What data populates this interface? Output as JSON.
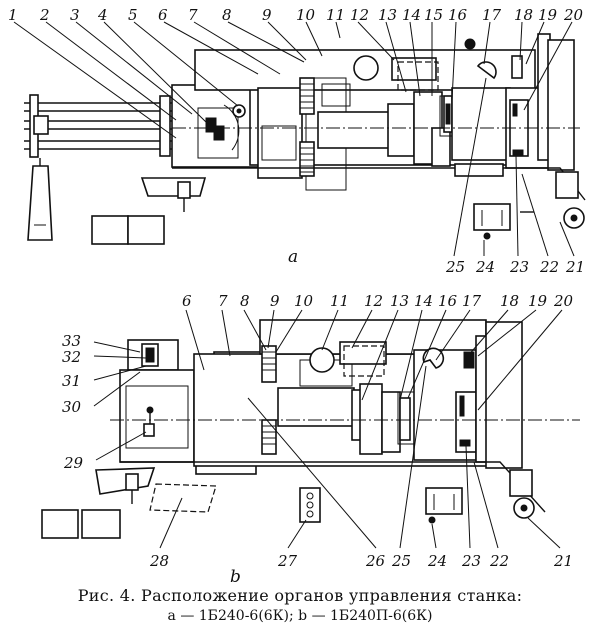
{
  "figure": {
    "caption_line1": "Рис. 4. Расположение органов управления станка:",
    "caption_line2": "а — 1Б240-6(6К); b — 1Б240П-6(6К)",
    "panel_a": {
      "label": "a",
      "top_callouts": [
        "1",
        "2",
        "3",
        "4",
        "5",
        "6",
        "7",
        "8",
        "9",
        "10",
        "11",
        "12",
        "13",
        "14",
        "15",
        "16",
        "17",
        "18",
        "19",
        "20"
      ],
      "bottom_callouts": [
        "25",
        "24",
        "23",
        "22",
        "21"
      ]
    },
    "panel_b": {
      "label": "b",
      "top_callouts": [
        "6",
        "7",
        "8",
        "9",
        "10",
        "11",
        "12",
        "13",
        "14",
        "16",
        "17",
        "18",
        "19",
        "20"
      ],
      "left_callouts": [
        "33",
        "32",
        "31",
        "30",
        "29"
      ],
      "bottom_callouts": [
        "28",
        "27",
        "26",
        "25",
        "24",
        "23",
        "22",
        "21"
      ]
    }
  }
}
